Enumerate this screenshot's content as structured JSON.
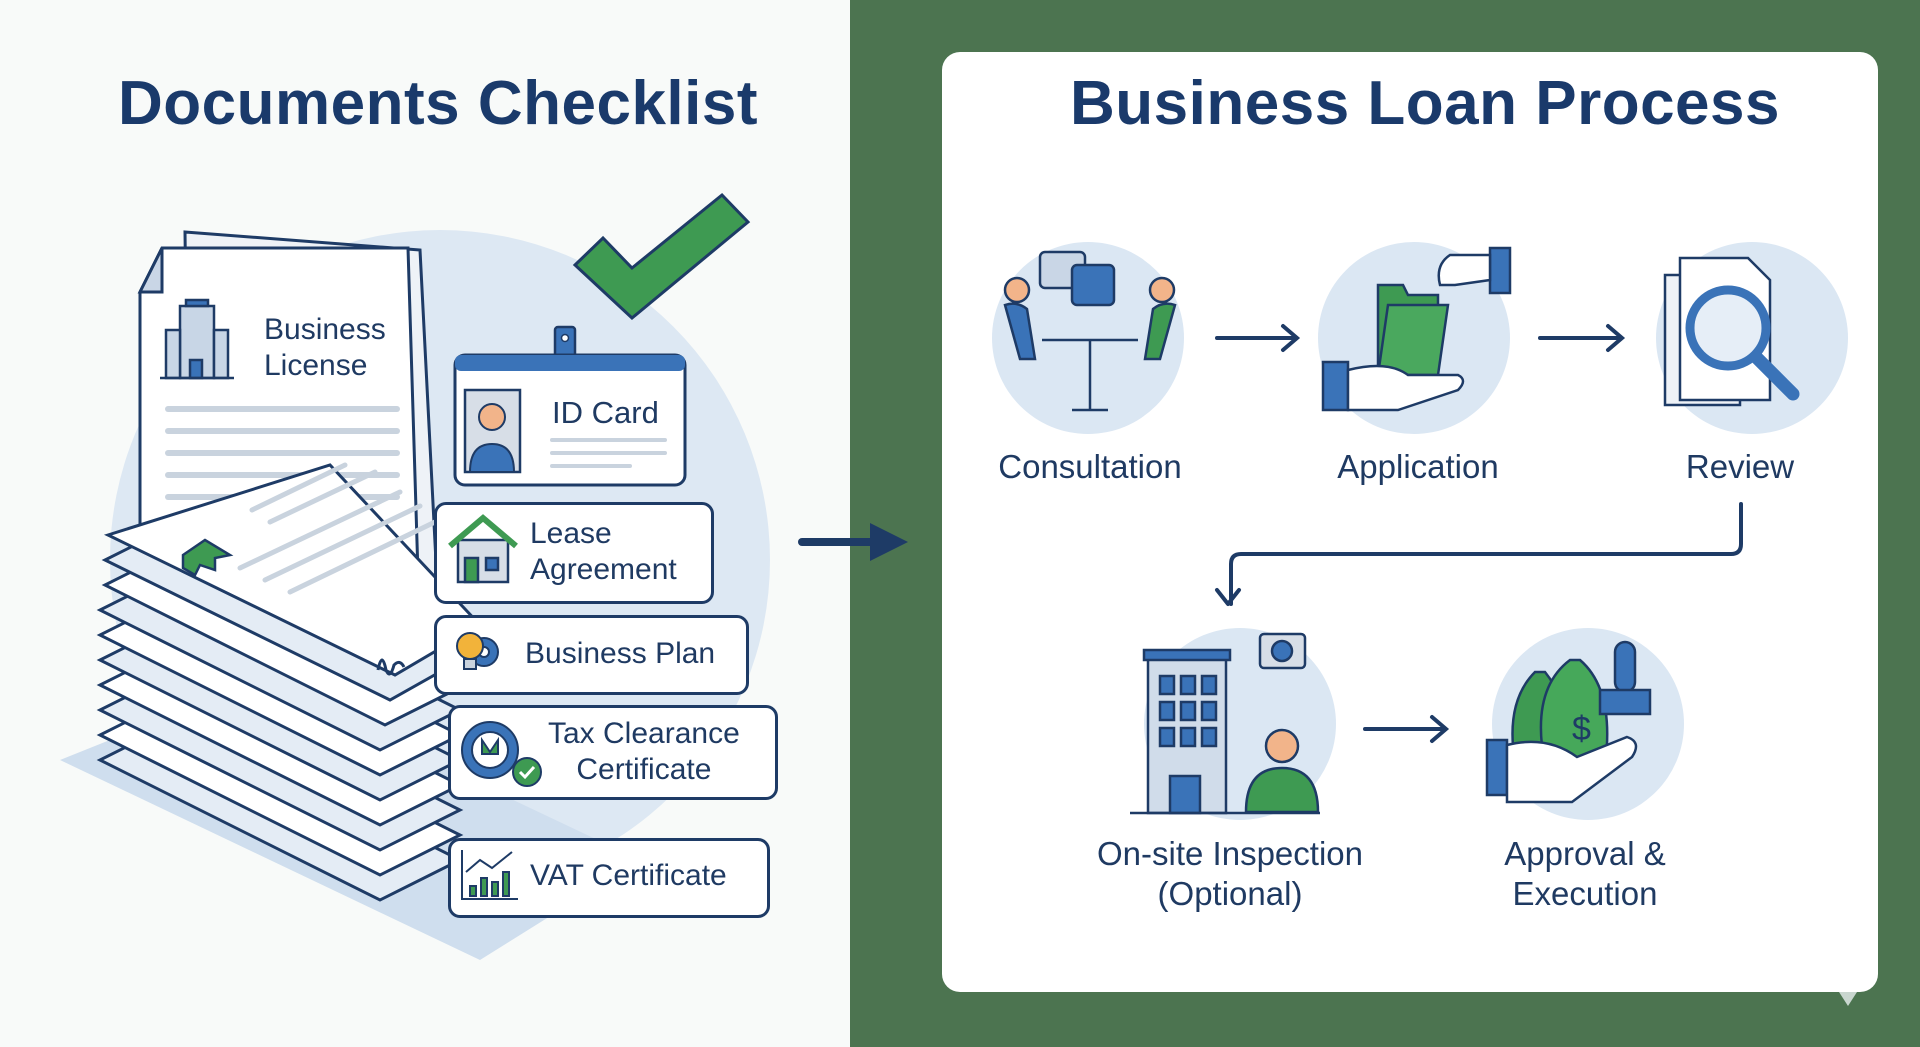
{
  "left": {
    "title": "Documents Checklist",
    "documents": [
      {
        "label_lines": [
          "Business",
          "License"
        ],
        "icon": "building-icon"
      },
      {
        "label_lines": [
          "ID Card"
        ],
        "icon": "id-badge-icon"
      },
      {
        "label_lines": [
          "Lease",
          "Agreement"
        ],
        "icon": "house-icon"
      },
      {
        "label_lines": [
          "Business Plan"
        ],
        "icon": "lightbulb-gear-icon"
      },
      {
        "label_lines": [
          "Tax Clearance",
          "Certificate"
        ],
        "icon": "government-seal-icon"
      },
      {
        "label_lines": [
          "VAT Certificate"
        ],
        "icon": "growth-chart-icon"
      }
    ]
  },
  "right": {
    "title": "Business Loan Process",
    "steps": [
      {
        "label_lines": [
          "Consultation"
        ],
        "icon": "consultation-meeting-icon"
      },
      {
        "label_lines": [
          "Application"
        ],
        "icon": "folder-handover-icon"
      },
      {
        "label_lines": [
          "Review"
        ],
        "icon": "magnifier-document-icon"
      },
      {
        "label_lines": [
          "On-site Inspection",
          "(Optional)"
        ],
        "icon": "building-inspector-icon"
      },
      {
        "label_lines": [
          "Approval &",
          "Execution"
        ],
        "icon": "money-bags-stamp-icon"
      }
    ]
  },
  "colors": {
    "navy": "#1a3a6b",
    "green_bg": "#4c7450",
    "accent_green": "#3e9a52",
    "accent_blue": "#3a73b8",
    "light_blue": "#dbe7f3"
  }
}
